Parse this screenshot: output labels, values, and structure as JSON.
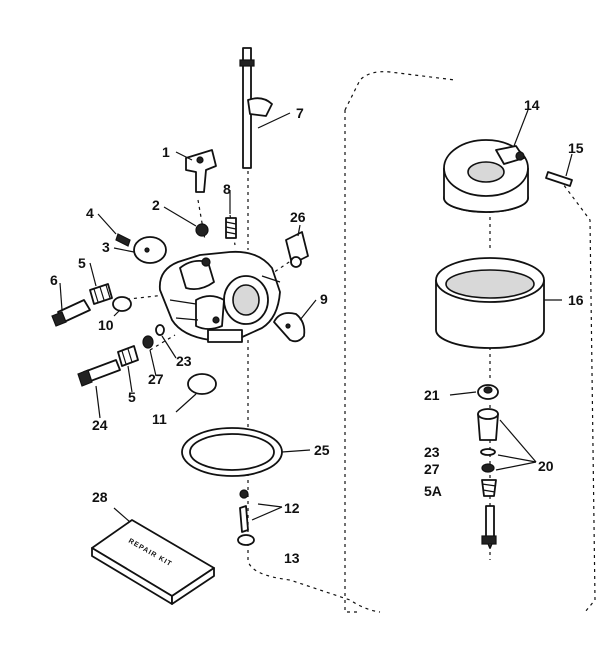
{
  "diagram": {
    "callouts": {
      "p1": "1",
      "p2": "2",
      "p3": "3",
      "p4": "4",
      "p5a": "5",
      "p5b": "5",
      "p5A": "5A",
      "p6": "6",
      "p7": "7",
      "p8": "8",
      "p9": "9",
      "p10": "10",
      "p11": "11",
      "p12": "12",
      "p13": "13",
      "p14": "14",
      "p15": "15",
      "p16": "16",
      "p20": "20",
      "p21": "21",
      "p23a": "23",
      "p23b": "23",
      "p24": "24",
      "p25": "25",
      "p26": "26",
      "p27a": "27",
      "p27b": "27",
      "p28": "28"
    },
    "kit_label": "REPAIR KIT"
  }
}
